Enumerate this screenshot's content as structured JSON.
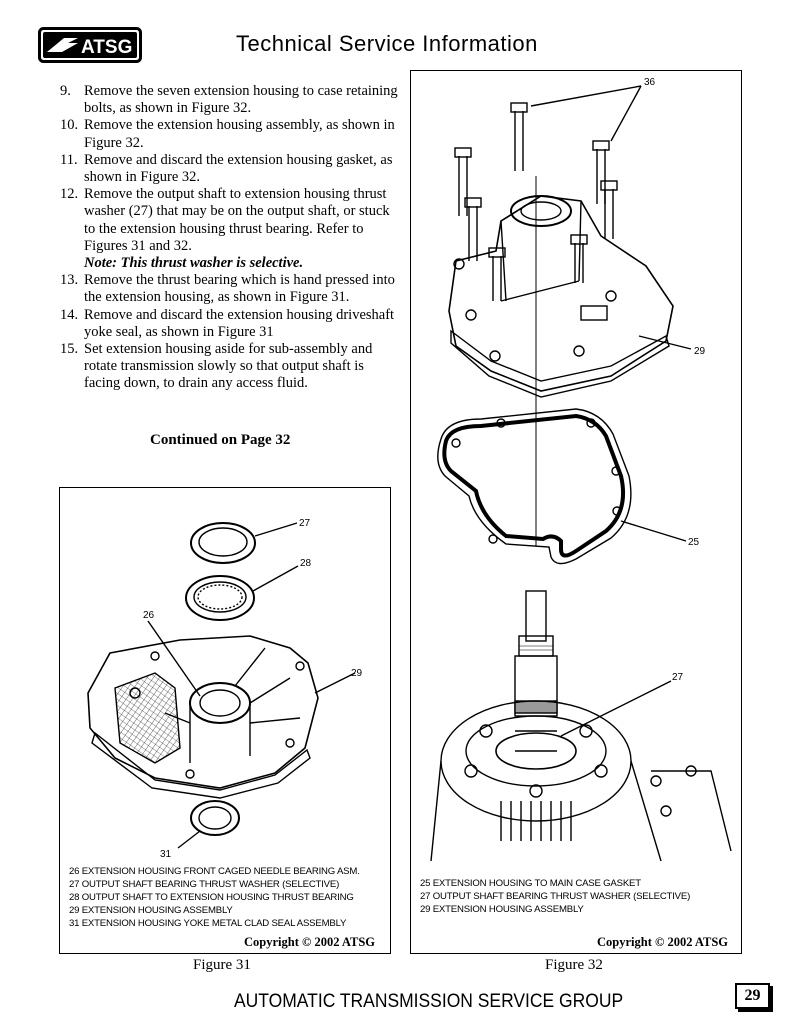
{
  "header": {
    "logo_text": "ATSG",
    "title": "Technical Service Information"
  },
  "steps": [
    {
      "num": "9.",
      "text": "Remove the seven extension housing to case retaining bolts, as shown in Figure 32."
    },
    {
      "num": "10.",
      "text": "Remove the extension housing assembly, as shown in Figure 32."
    },
    {
      "num": "11.",
      "text": "Remove and discard the extension housing gasket, as shown in Figure 32."
    },
    {
      "num": "12.",
      "text": "Remove the output shaft to extension housing thrust washer (27) that may be on the output shaft, or stuck to the extension housing thrust bearing.  Refer to Figures 31 and 32.",
      "note": "Note: This thrust washer is selective."
    },
    {
      "num": "13.",
      "text": "Remove the thrust bearing which is hand pressed into the extension housing, as shown in Figure 31."
    },
    {
      "num": "14.",
      "text": "Remove and discard the extension housing driveshaft yoke seal, as shown in Figure 31"
    },
    {
      "num": "15.",
      "text": "Set extension housing aside for sub-assembly and rotate transmission slowly so that output shaft is facing down, to drain any access fluid."
    }
  ],
  "continued": "Continued on Page 32",
  "figure31": {
    "callouts": {
      "c27": "27",
      "c28": "28",
      "c26": "26",
      "c29": "29",
      "c31": "31"
    },
    "legend": [
      "26  EXTENSION HOUSING FRONT CAGED NEEDLE BEARING ASM.",
      "27  OUTPUT SHAFT BEARING THRUST WASHER   (SELECTIVE)",
      "28  OUTPUT SHAFT TO EXTENSION HOUSING THRUST BEARING",
      "29  EXTENSION HOUSING ASSEMBLY",
      "31  EXTENSION HOUSING YOKE METAL CLAD SEAL ASSEMBLY"
    ],
    "copyright": "Copyright © 2002 ATSG",
    "caption": "Figure 31"
  },
  "figure32": {
    "callouts": {
      "c36": "36",
      "c29": "29",
      "c25": "25",
      "c27": "27"
    },
    "legend": [
      "25  EXTENSION HOUSING TO MAIN CASE GASKET",
      "27  OUTPUT SHAFT BEARING THRUST WASHER   (SELECTIVE)",
      "29  EXTENSION HOUSING ASSEMBLY"
    ],
    "copyright": "Copyright © 2002 ATSG",
    "caption": "Figure 32"
  },
  "footer": {
    "text": "AUTOMATIC TRANSMISSION SERVICE GROUP",
    "page_number": "29"
  }
}
